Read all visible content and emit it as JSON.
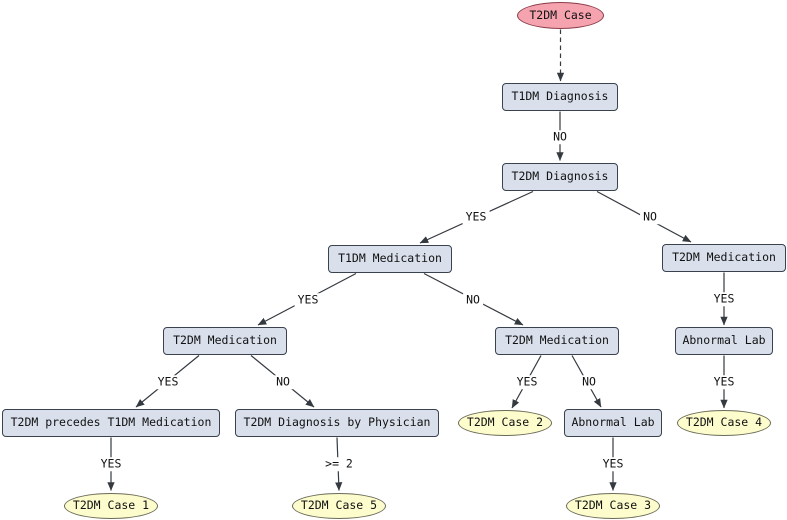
{
  "diagram": {
    "type": "decision-tree",
    "colors": {
      "start_fill": "#f5a3ae",
      "decision_fill": "#d9e0ec",
      "result_fill": "#fdfccd",
      "edge": "#343a40",
      "background": "#ffffff"
    },
    "nodes": {
      "start": {
        "label": "T2DM Case",
        "kind": "start"
      },
      "t1dm_diagnosis": {
        "label": "T1DM Diagnosis",
        "kind": "decision"
      },
      "t2dm_diagnosis": {
        "label": "T2DM Diagnosis",
        "kind": "decision"
      },
      "t1dm_medication": {
        "label": "T1DM Medication",
        "kind": "decision"
      },
      "t2dm_medication_left": {
        "label": "T2DM Medication",
        "kind": "decision"
      },
      "t2dm_medication_mid": {
        "label": "T2DM Medication",
        "kind": "decision"
      },
      "t2dm_medication_right": {
        "label": "T2DM Medication",
        "kind": "decision"
      },
      "t2dm_precedes_t1dm_medication": {
        "label": "T2DM precedes T1DM Medication",
        "kind": "decision"
      },
      "t2dm_diagnosis_by_physician": {
        "label": "T2DM Diagnosis by Physician",
        "kind": "decision"
      },
      "abnormal_lab_mid": {
        "label": "Abnormal Lab",
        "kind": "decision"
      },
      "abnormal_lab_right": {
        "label": "Abnormal Lab",
        "kind": "decision"
      },
      "case1": {
        "label": "T2DM Case 1",
        "kind": "result"
      },
      "case2": {
        "label": "T2DM Case 2",
        "kind": "result"
      },
      "case3": {
        "label": "T2DM Case 3",
        "kind": "result"
      },
      "case4": {
        "label": "T2DM Case 4",
        "kind": "result"
      },
      "case5": {
        "label": "T2DM Case 5",
        "kind": "result"
      }
    },
    "edges": {
      "start_to_t1dm_diagnosis": {
        "label": "",
        "style": "dashed"
      },
      "t1dm_diagnosis_no": {
        "label": "NO"
      },
      "t2dm_diagnosis_yes": {
        "label": "YES"
      },
      "t2dm_diagnosis_no": {
        "label": "NO"
      },
      "t1dm_medication_yes": {
        "label": "YES"
      },
      "t1dm_medication_no": {
        "label": "NO"
      },
      "t2dm_medication_left_yes": {
        "label": "YES"
      },
      "t2dm_medication_left_no": {
        "label": "NO"
      },
      "precedes_yes": {
        "label": "YES"
      },
      "physician_count": {
        "label": ">= 2"
      },
      "t2dm_medication_mid_yes": {
        "label": "YES"
      },
      "t2dm_medication_mid_no": {
        "label": "NO"
      },
      "abnormal_lab_mid_yes": {
        "label": "YES"
      },
      "t2dm_medication_right_yes": {
        "label": "YES"
      },
      "abnormal_lab_right_yes": {
        "label": "YES"
      }
    }
  }
}
